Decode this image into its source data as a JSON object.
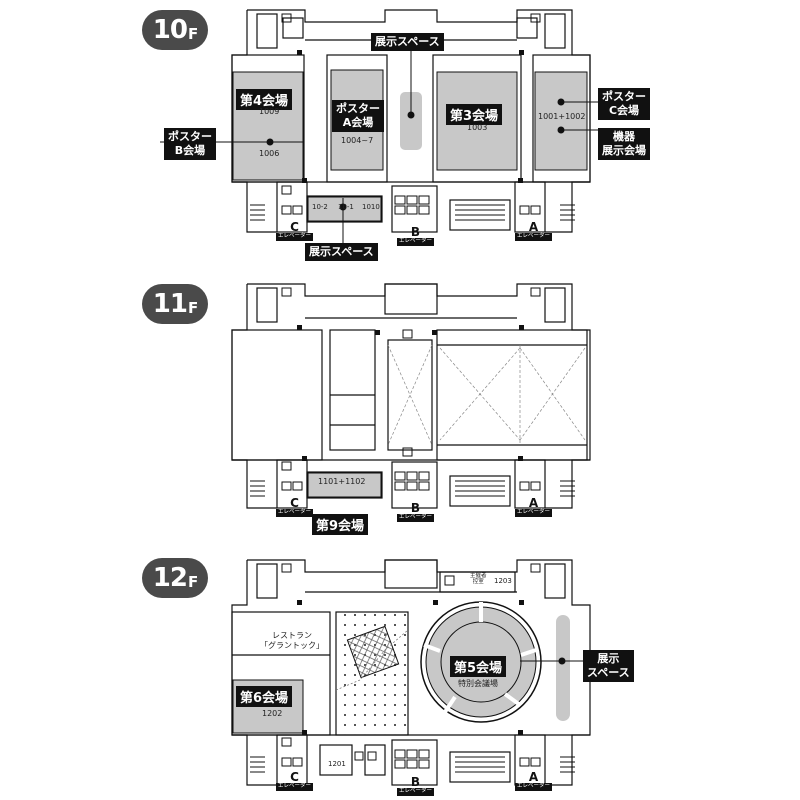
{
  "floors": {
    "f10": {
      "badge_num": "10",
      "badge_suffix": "F",
      "rooms": {
        "hall4_title": "第4会場",
        "hall4_num1": "1009",
        "hall4_num2": "1006",
        "posterA_line1": "ポスター",
        "posterA_line2": "A会場",
        "posterA_num": "1004~7",
        "hall3_title": "第3会場",
        "hall3_num": "1003",
        "posterC_num": "1001+1002",
        "exhibit_nums": [
          "10-2",
          "10-1",
          "1010"
        ]
      },
      "callouts": {
        "exhibit_top": "展示スペース",
        "posterB_line1": "ポスター",
        "posterB_line2": "B会場",
        "posterC_line1": "ポスター",
        "posterC_line2": "C会場",
        "equipment_line1": "機器",
        "equipment_line2": "展示会場",
        "exhibit_bottom": "展示スペース"
      },
      "elevators": [
        "C",
        "B",
        "A"
      ]
    },
    "f11": {
      "badge_num": "11",
      "badge_suffix": "F",
      "rooms": {
        "hall9_num": "1101+1102",
        "hall9_title": "第9会場"
      },
      "elevators": [
        "C",
        "B",
        "A"
      ]
    },
    "f12": {
      "badge_num": "12",
      "badge_suffix": "F",
      "rooms": {
        "restaurant_line1": "レストラン",
        "restaurant_line2": "「グラントック」",
        "hall5_title": "第5会場",
        "hall5_sub": "特別会議場",
        "hall6_title": "第6会場",
        "hall6_num": "1202",
        "room_1201": "1201",
        "room_1203": "1203",
        "host_line1": "主催者",
        "host_line2": "控室"
      },
      "callouts": {
        "exhibit_line1": "展示",
        "exhibit_line2": "スペース"
      },
      "elevators": [
        "C",
        "B",
        "A"
      ]
    },
    "elevator_word": "エレベーター"
  },
  "colors": {
    "highlight": "#c8c8c8",
    "wall": "#111111",
    "badge": "#4a4a4a"
  }
}
